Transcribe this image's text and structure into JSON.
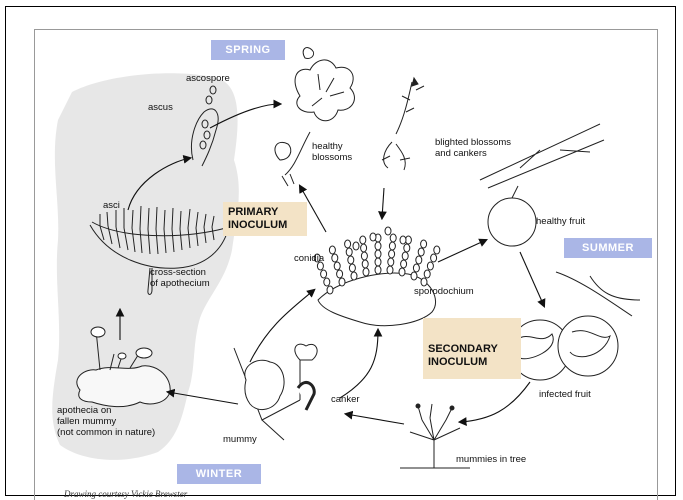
{
  "colors": {
    "season_fill": "#aab6e6",
    "inoculum_fill": "#f3e3c6",
    "apothecium_region": "#e7e7e7"
  },
  "seasons": {
    "spring": "SPRING",
    "summer": "SUMMER",
    "winter": "WINTER"
  },
  "inoculum": {
    "primary": [
      "PRIMARY",
      "INOCULUM"
    ],
    "secondary": [
      "SECONDARY",
      "INOCULUM"
    ]
  },
  "labels": {
    "ascospore": "ascospore",
    "ascus": "ascus",
    "asci": "asci",
    "cross_section": [
      "cross-section",
      "of apothecium"
    ],
    "apothecia": [
      "apothecia on",
      "fallen mummy",
      "(not common in nature)"
    ],
    "mummy": "mummy",
    "canker": "canker",
    "healthy_blossoms": [
      "healthy",
      "blossoms"
    ],
    "blighted": [
      "blighted blossoms",
      "and cankers"
    ],
    "conidia": "conidia",
    "sporodochium": "sporodochium",
    "healthy_fruit": "healthy fruit",
    "infected_fruit": "infected fruit",
    "mummies_tree": "mummies in tree"
  },
  "credit": "Drawing courtesy Vickie Brewster"
}
